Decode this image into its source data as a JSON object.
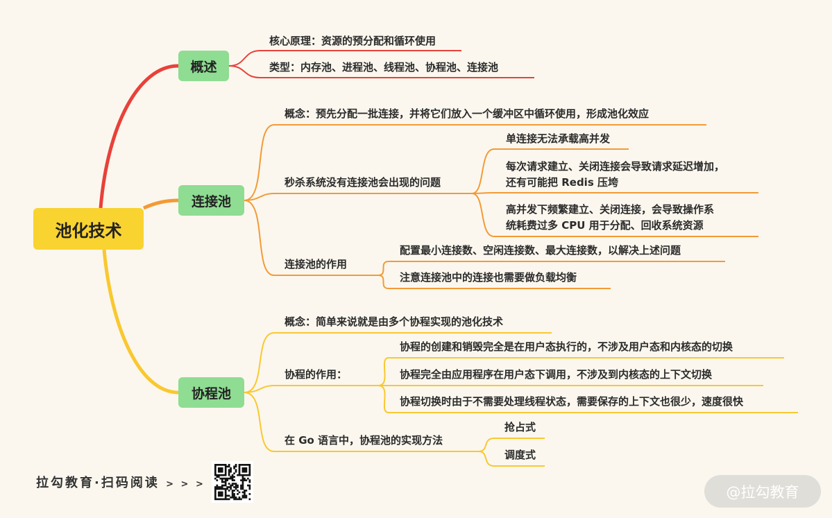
{
  "root": {
    "label": "池化技术"
  },
  "colors": {
    "background": "#fbf7ee",
    "root": "#f9d330",
    "main_node": "#8fdc93",
    "branch_overview": "#e8413a",
    "branch_conn": "#f39a36",
    "branch_coroutine": "#f9c830"
  },
  "overview": {
    "label": "概述",
    "items": [
      "核心原理：资源的预分配和循环使用",
      "类型：内存池、进程池、线程池、协程池、连接池"
    ]
  },
  "conn_pool": {
    "label": "连接池",
    "concept": "概念：预先分配一批连接，并将它们放入一个缓冲区中循环使用，形成池化效应",
    "problems": {
      "label": "秒杀系统没有连接池会出现的问题",
      "items": [
        {
          "line1": "单连接无法承载高并发"
        },
        {
          "line1": "每次请求建立、关闭连接会导致请求延迟增加，",
          "line2": "还有可能把 Redis 压垮"
        },
        {
          "line1": "高并发下频繁建立、关闭连接，会导致操作系",
          "line2": "统耗费过多 CPU 用于分配、回收系统资源"
        }
      ]
    },
    "role": {
      "label": "连接池的作用",
      "items": [
        "配置最小连接数、空闲连接数、最大连接数，以解决上述问题",
        "注意连接池中的连接也需要做负载均衡"
      ]
    }
  },
  "coroutine_pool": {
    "label": "协程池",
    "concept": "概念：简单来说就是由多个协程实现的池化技术",
    "role": {
      "label": "协程的作用：",
      "items": [
        "协程的创建和销毁完全是在用户态执行的，不涉及用户态和内核态的切换",
        "协程完全由应用程序在用户态下调用，不涉及到内核态的上下文切换",
        "协程切换时由于不需要处理线程状态，需要保存的上下文也很少，速度很快"
      ]
    },
    "go_impl": {
      "label": "在 Go 语言中，协程池的实现方法",
      "items": [
        "抢占式",
        "调度式"
      ]
    }
  },
  "footer": {
    "text": "拉勾教育·扫码阅读",
    "arrows": "> > >"
  },
  "watermark": "@拉勾教育"
}
